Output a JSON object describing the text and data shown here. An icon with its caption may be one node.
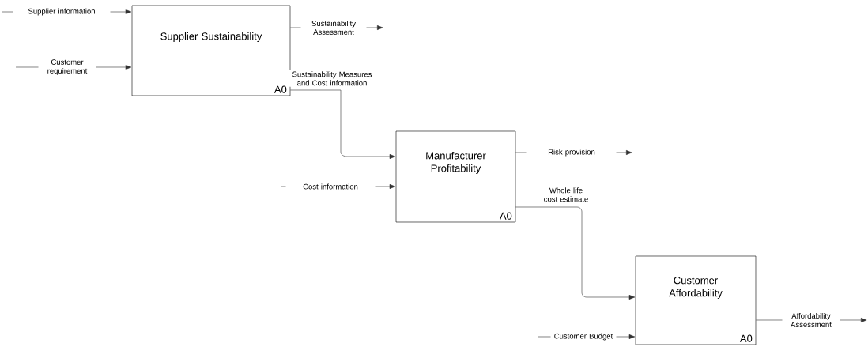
{
  "diagram": {
    "nodes": [
      {
        "text": [
          "Supplier Sustainability",
          "A0"
        ]
      },
      {
        "text": [
          "Manufacturer Profitability",
          "A0"
        ]
      },
      {
        "text": [
          "Customer Affordability",
          "A0"
        ]
      }
    ],
    "edges": [
      {
        "from": null,
        "to": 0,
        "arrow": "to",
        "label": "Supplier information"
      },
      {
        "from": null,
        "to": 0,
        "arrow": "to",
        "label": "Customer requirement"
      },
      {
        "from": 0,
        "to": null,
        "arrow": "to",
        "label": "Sustainability Assessment"
      },
      {
        "from": 0,
        "to": 1,
        "arrow": "to",
        "label": "Sustainability Measures and Cost information"
      },
      {
        "from": null,
        "to": 1,
        "arrow": "to",
        "label": "Cost information"
      },
      {
        "from": 1,
        "to": null,
        "arrow": "to",
        "label": "Risk provision"
      },
      {
        "from": 1,
        "to": 2,
        "arrow": "to",
        "label": "Whole life cost estimate"
      },
      {
        "from": null,
        "to": 2,
        "arrow": "to",
        "label": "Customer Budget"
      },
      {
        "from": 2,
        "to": null,
        "arrow": "to",
        "label": "Affordability Assessment"
      }
    ]
  }
}
